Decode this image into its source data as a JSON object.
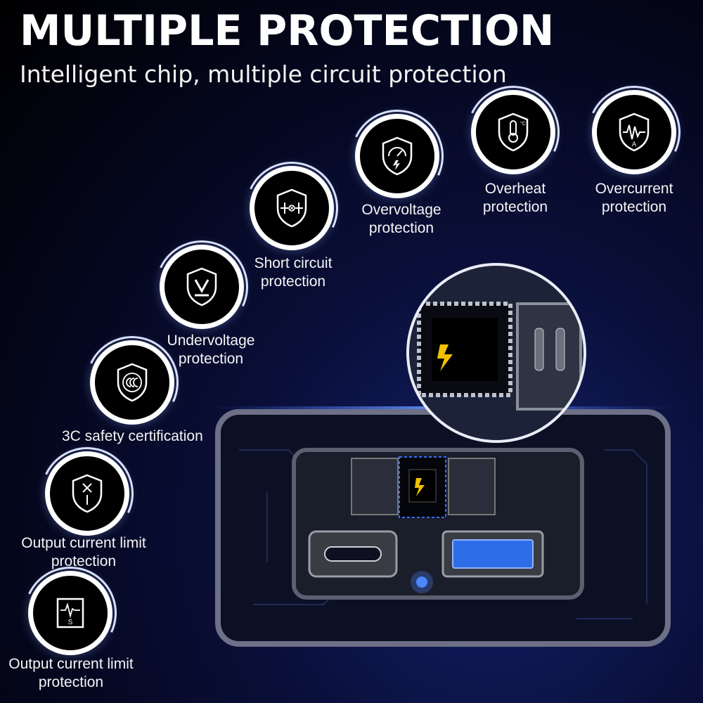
{
  "header": {
    "title": "MULTIPLE PROTECTION",
    "subtitle": "Intelligent chip, multiple circuit protection"
  },
  "features": [
    {
      "icon": "overcurrent-shield-icon",
      "line1": "Overcurrent",
      "line2": "protection"
    },
    {
      "icon": "overheat-thermometer-icon",
      "line1": "Overheat",
      "line2": "protection"
    },
    {
      "icon": "overvoltage-gauge-icon",
      "line1": "Overvoltage",
      "line2": "protection"
    },
    {
      "icon": "short-circuit-icon",
      "line1": "Short circuit",
      "line2": "protection"
    },
    {
      "icon": "undervoltage-icon",
      "line1": "Undervoltage",
      "line2": "protection"
    },
    {
      "icon": "3c-certification-icon",
      "line1": "3C safety certification",
      "line2": ""
    },
    {
      "icon": "current-limit-shield-icon",
      "line1": "Output current limit",
      "line2": "protection"
    },
    {
      "icon": "current-limit-box-icon",
      "line1": "Output current limit",
      "line2": "protection"
    }
  ],
  "colors": {
    "accent": "#3a6cff",
    "background": "#05081f",
    "ring": "#ffffff"
  }
}
